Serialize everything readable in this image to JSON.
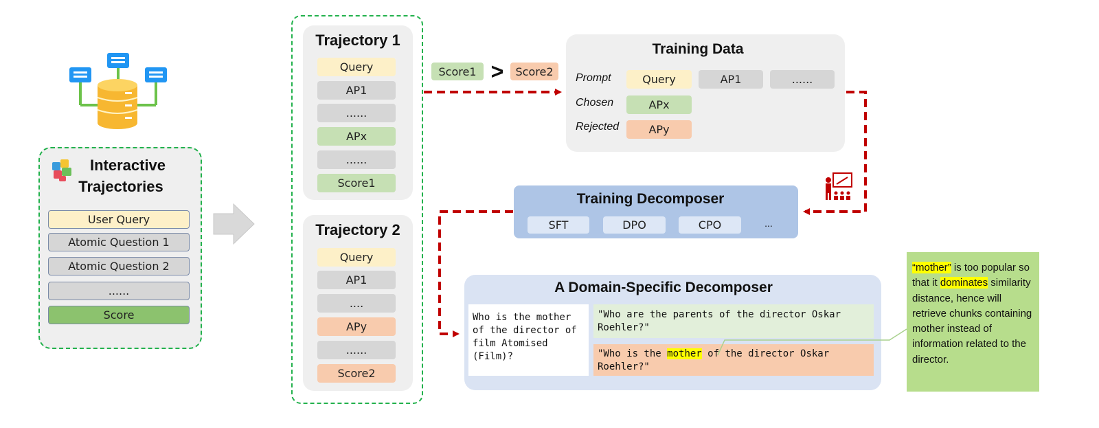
{
  "left": {
    "title_line1": "Interactive",
    "title_line2": "Trajectories",
    "items": [
      "User Query",
      "Atomic Question 1",
      "Atomic Question 2",
      "......",
      "Score"
    ]
  },
  "trajectory1": {
    "title": "Trajectory 1",
    "items": [
      "Query",
      "AP1",
      "......",
      "APx",
      "......",
      "Score1"
    ]
  },
  "trajectory2": {
    "title": "Trajectory 2",
    "items": [
      "Query",
      "AP1",
      "....",
      "APy",
      "......",
      "Score2"
    ]
  },
  "compare": {
    "left": "Score1",
    "op": ">",
    "right": "Score2"
  },
  "training_data": {
    "title": "Training Data",
    "prompt_label": "Prompt",
    "chosen_label": "Chosen",
    "rejected_label": "Rejected",
    "prompt_items": [
      "Query",
      "AP1",
      "......"
    ],
    "chosen": "APx",
    "rejected": "APy"
  },
  "training_decomposer": {
    "title": "Training Decomposer",
    "methods": [
      "SFT",
      "DPO",
      "CPO",
      "..."
    ]
  },
  "domain_decomposer": {
    "title": "A Domain-Specific Decomposer",
    "question": "Who is the mother of the director of film Atomised (Film)?",
    "good_answer": "\"Who are the parents of the director Oskar Roehler?\"",
    "bad_answer_pre": "\"Who is the ",
    "bad_answer_highlight": "mother",
    "bad_answer_post": " of the director Oskar Roehler?\""
  },
  "note": {
    "hl1": "“mother”",
    "t1": " is too popular so that it ",
    "hl2": "dominates",
    "t2": " similarity distance, hence will retrieve chunks containing mother instead of information related to the director."
  },
  "colors": {
    "dashed_green": "#22b14c",
    "arrow_red": "#c00000",
    "highlight": "#ffff00",
    "note_bg": "#b7dd8c"
  }
}
